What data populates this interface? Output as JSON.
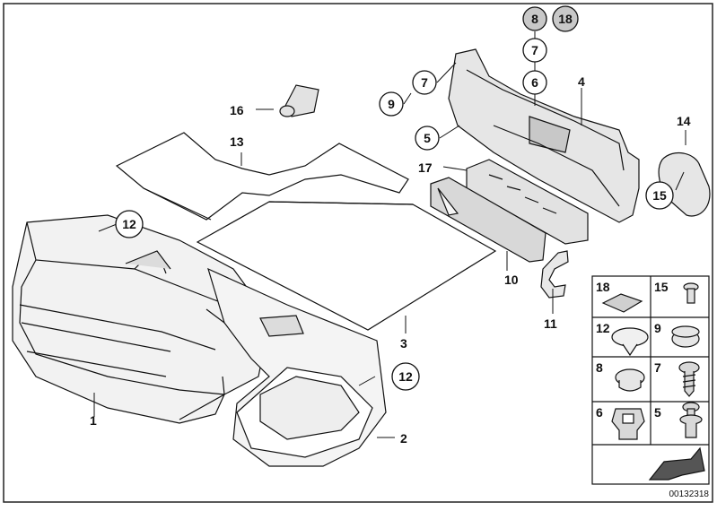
{
  "diagram": {
    "reference_number": "00132318",
    "callouts": {
      "c1": "1",
      "c2": "2",
      "c3": "3",
      "c4": "4",
      "c5": "5",
      "c6": "6",
      "c7a": "7",
      "c7b": "7",
      "c8": "8",
      "c9": "9",
      "c10": "10",
      "c11": "11",
      "c12a": "12",
      "c12b": "12",
      "c13": "13",
      "c14": "14",
      "c15": "15",
      "c16": "16",
      "c17": "17",
      "c18": "18"
    },
    "legend": [
      {
        "id": "18",
        "label": "18",
        "icon": "pad-icon"
      },
      {
        "id": "15",
        "label": "15",
        "icon": "clip-icon"
      },
      {
        "id": "12",
        "label": "12",
        "icon": "expanding-rivet-icon"
      },
      {
        "id": "9",
        "label": "9",
        "icon": "cap-icon"
      },
      {
        "id": "8",
        "label": "8",
        "icon": "plug-icon"
      },
      {
        "id": "7",
        "label": "7",
        "icon": "screw-icon"
      },
      {
        "id": "6",
        "label": "6",
        "icon": "grommet-icon"
      },
      {
        "id": "5",
        "label": "5",
        "icon": "push-rivet-icon"
      }
    ],
    "colors": {
      "line": "#111111",
      "circle_fill": "#ffffff",
      "highlight_fill": "#c8c8c8",
      "part_fill": "#f4f4f4"
    }
  }
}
